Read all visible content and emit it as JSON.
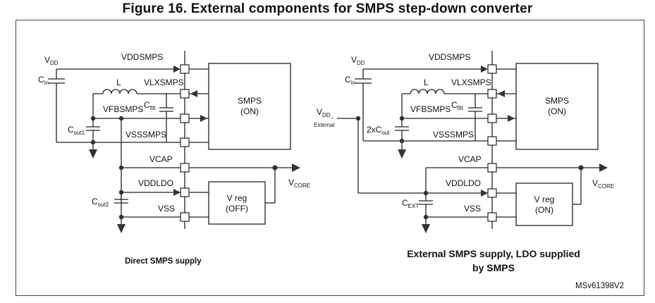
{
  "figure_title": "Figure 16. External components for SMPS step-down converter",
  "left": {
    "caption": "Direct SMPS supply",
    "vdd": {
      "main": "V",
      "sub": "DD"
    },
    "cin": {
      "main": "C",
      "sub": "in"
    },
    "inductor": "L",
    "cfilt": {
      "main": "C",
      "sub": "filt"
    },
    "cout1": {
      "main": "C",
      "sub": "out1"
    },
    "cout2": {
      "main": "C",
      "sub": "out2"
    },
    "vcore": {
      "main": "V",
      "sub": "CORE"
    },
    "pins": {
      "vddsmps": "VDDSMPS",
      "vlxsmps": "VLXSMPS",
      "vfbsmps": "VFBSMPS",
      "vsssmps": "VSSSMPS",
      "vcap": "VCAP",
      "vddldo": "VDDLDO",
      "vss": "VSS"
    },
    "smps_block": {
      "line1": "SMPS",
      "line2": "(ON)"
    },
    "vreg_block": {
      "line1": "V reg",
      "line2": "(OFF)"
    }
  },
  "right": {
    "caption_line1": "External SMPS supply, LDO supplied",
    "caption_line2": "by SMPS",
    "vdd": {
      "main": "V",
      "sub": "DD"
    },
    "vdd_external": {
      "main": "V",
      "sub": "DD_",
      "sub2": "External"
    },
    "cin": {
      "main": "C",
      "sub": "in"
    },
    "inductor": "L",
    "cfilt": {
      "main": "C",
      "sub": "filt"
    },
    "cout": {
      "main": "2xC",
      "sub": "out"
    },
    "cext": {
      "main": "C",
      "sub": "EXT"
    },
    "vcore": {
      "main": "V",
      "sub": "CORE"
    },
    "pins": {
      "vddsmps": "VDDSMPS",
      "vlxsmps": "VLXSMPS",
      "vfbsmps": "VFBSMPS",
      "vsssmps": "VSSSMPS",
      "vcap": "VCAP",
      "vddldo": "VDDLDO",
      "vss": "VSS"
    },
    "smps_block": {
      "line1": "SMPS",
      "line2": "(ON)"
    },
    "vreg_block": {
      "line1": "V reg",
      "line2": "(ON)"
    }
  },
  "reference": "MSv61398V2"
}
